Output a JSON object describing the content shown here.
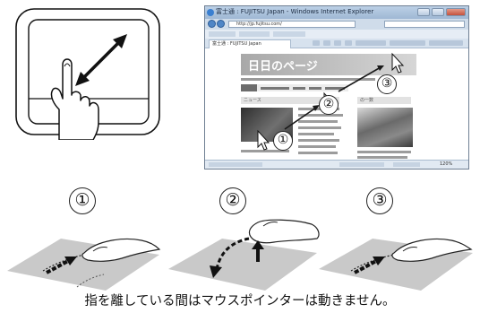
{
  "browser": {
    "title": "富士通 : FUJITSU Japan - Windows Internet Explorer",
    "address": "http://jp.fujitsu.com/",
    "search_placeholder": "",
    "tab_label": "富士通 : FUJITSU Japan",
    "status_zoom": "120%"
  },
  "page": {
    "hero_title": "日日のページ",
    "news_heading": "ニュース",
    "side_heading": "の一数"
  },
  "steps": [
    "①",
    "②",
    "③"
  ],
  "caption": "指を離している間はマウスポインターは動きません。"
}
